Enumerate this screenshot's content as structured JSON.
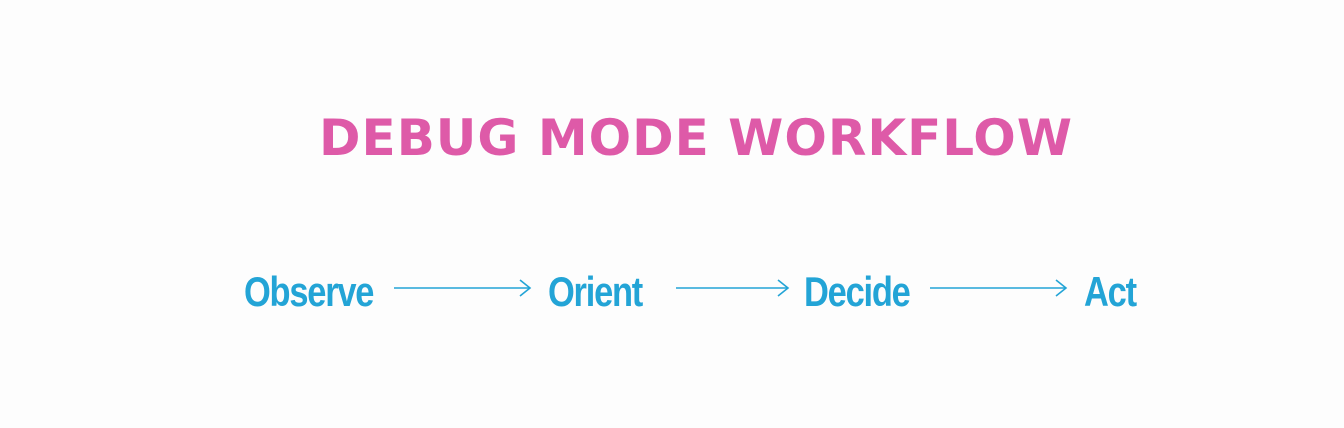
{
  "diagram": {
    "title": "DEBUG MODE WORKFLOW",
    "steps": [
      {
        "label": "Observe"
      },
      {
        "label": "Orient"
      },
      {
        "label": "Decide"
      },
      {
        "label": "Act"
      }
    ]
  },
  "colors": {
    "title": "#de5aa8",
    "step": "#23a4d6",
    "arrow": "#23a4d6",
    "background": "#fdfdfd"
  }
}
